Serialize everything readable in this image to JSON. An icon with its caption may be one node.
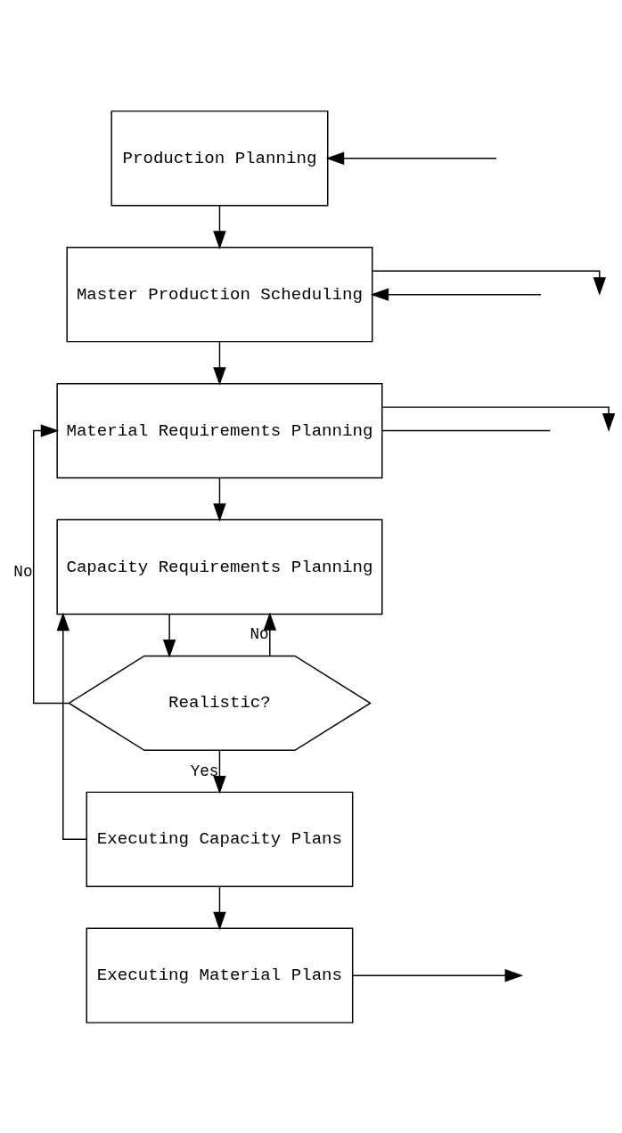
{
  "diagram": {
    "nodes": [
      {
        "text": [
          "Production Planning"
        ]
      },
      {
        "text": [
          "Master Production Scheduling"
        ]
      },
      {
        "text": [
          "Material Requirements Planning"
        ]
      },
      {
        "text": [
          "Capacity Requirements Planning"
        ]
      },
      {
        "text": [
          "Realistic?"
        ]
      },
      {
        "text": [
          "Executing Capacity Plans"
        ]
      },
      {
        "text": [
          "Executing Material Plans"
        ]
      }
    ],
    "edges": [
      {
        "from": 0,
        "to": 1,
        "arrow": "to"
      },
      {
        "from": 1,
        "to": 2,
        "arrow": "to"
      },
      {
        "from": 2,
        "to": 3,
        "arrow": "to"
      },
      {
        "from": 3,
        "to": 4,
        "arrow": "to"
      },
      {
        "from": 4,
        "to": 5,
        "arrow": "to",
        "label": "Yes"
      },
      {
        "from": 5,
        "to": 6,
        "arrow": "to"
      },
      {
        "from": null,
        "to": 0,
        "arrow": "to"
      },
      {
        "from": 1,
        "to": null,
        "arrow": "to"
      },
      {
        "from": null,
        "to": 1,
        "arrow": "to"
      },
      {
        "from": 2,
        "to": null,
        "arrow": "to"
      },
      {
        "from": 2,
        "to": null,
        "arrow": "none"
      },
      {
        "from": 4,
        "to": 2,
        "arrow": "to",
        "label": "No"
      },
      {
        "from": 4,
        "to": 3,
        "arrow": "to",
        "label": "No"
      },
      {
        "from": 5,
        "to": 3,
        "arrow": "to"
      },
      {
        "from": 6,
        "to": null,
        "arrow": "to"
      }
    ]
  }
}
